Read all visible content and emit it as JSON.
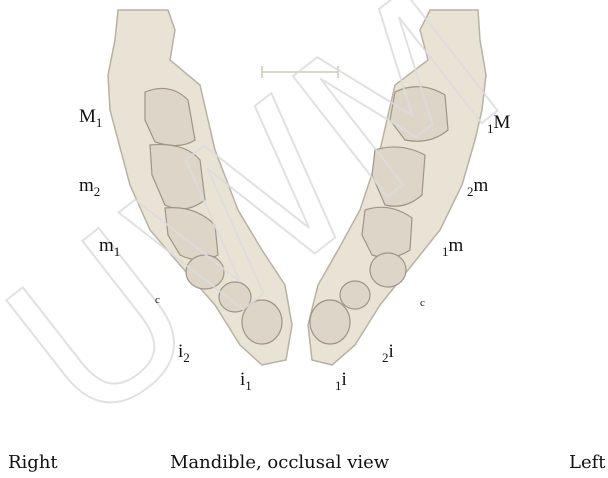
{
  "figure": {
    "background": "#ffffff",
    "bone_color": "#e9e3d6",
    "bone_edge": "#b9b1a2",
    "tooth_color": "#ddd6c8",
    "watermark_color": "#e3e3e3",
    "watermark_text": "UWM"
  },
  "labels": {
    "right_M1": {
      "base": "M",
      "sub": "1"
    },
    "right_m2": {
      "base": "m",
      "sub": "2"
    },
    "right_m1": {
      "base": "m",
      "sub": "1"
    },
    "right_c": "c",
    "right_i2": {
      "base": "i",
      "sub": "2"
    },
    "right_i1": {
      "base": "i",
      "sub": "1"
    },
    "left_M1": {
      "pre": "1",
      "base": "M"
    },
    "left_m2": {
      "pre": "2",
      "base": "m"
    },
    "left_m1": {
      "pre": "1",
      "base": "m"
    },
    "left_c": "c",
    "left_i2": {
      "pre": "2",
      "base": "i"
    },
    "left_i1": {
      "pre": "1",
      "base": "i"
    }
  },
  "caption": {
    "right": "Right",
    "title": "Mandible, occlusal view",
    "left": "Left"
  }
}
